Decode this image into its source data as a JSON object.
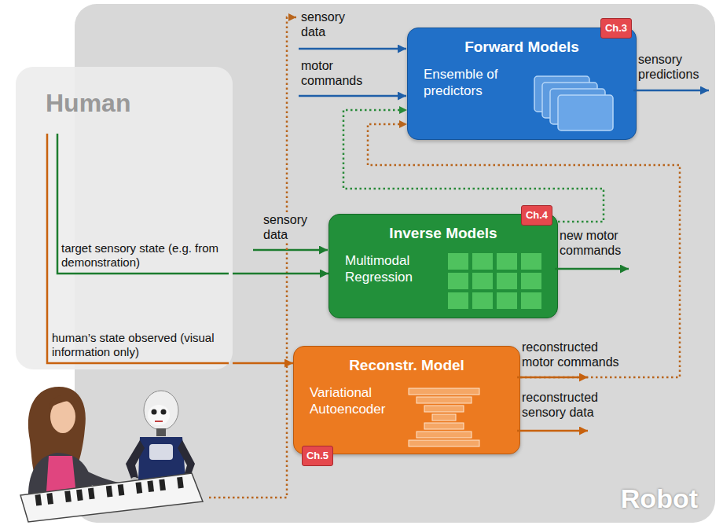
{
  "diagram": {
    "nodes": [
      {
        "text": [
          "Human"
        ]
      },
      {
        "text": [
          "Robot"
        ]
      },
      {
        "text": [
          "Forward Models",
          "Ensemble of predictors"
        ],
        "in": 1
      },
      {
        "text": [
          "Ch.3"
        ],
        "in": 2
      },
      {
        "text": [
          "Inverse Models",
          "Multimodal Regression"
        ],
        "in": 1
      },
      {
        "text": [
          "Ch.4"
        ],
        "in": 4
      },
      {
        "text": [
          "Reconstr. Model",
          "Variational Autoencoder"
        ],
        "in": 1
      },
      {
        "text": [
          "Ch.5"
        ],
        "in": 6
      }
    ],
    "edges": [
      {
        "from": 0,
        "to": 4,
        "label": "target sensory state (e.g. from demonstration)",
        "arrow": "to"
      },
      {
        "from": 0,
        "to": 6,
        "label": "human’s state observed (visual information only)",
        "arrow": "to"
      },
      {
        "from": 4,
        "to": 2,
        "arrow": "to"
      },
      {
        "from": 6,
        "to": 2,
        "arrow": "to"
      }
    ],
    "labels": [
      "sensory data",
      "motor commands",
      "sensory predictions",
      "sensory data",
      "new motor commands",
      "reconstructed motor commands",
      "reconstructed sensory data"
    ]
  }
}
